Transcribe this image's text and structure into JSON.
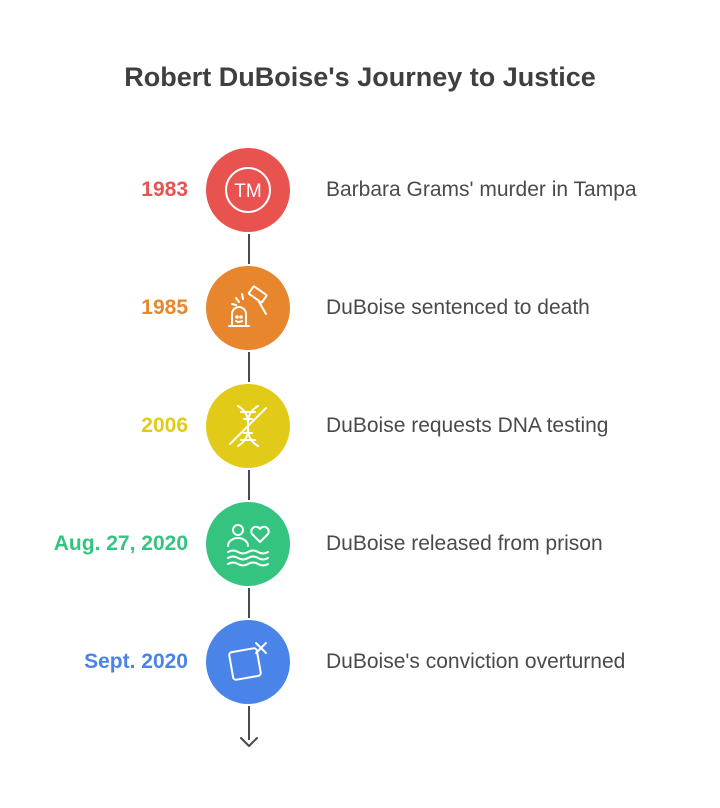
{
  "title": "Robert DuBoise's Journey to Justice",
  "events": [
    {
      "date": "1983",
      "description": "Barbara Grams' murder in Tampa",
      "color": "#e8524f",
      "icon": "tm-icon",
      "icon_text": "TM"
    },
    {
      "date": "1985",
      "description": "DuBoise sentenced to death",
      "color": "#e8862d",
      "icon": "gavel-icon"
    },
    {
      "date": "2006",
      "description": "DuBoise requests DNA testing",
      "color": "#e1cb18",
      "icon": "no-dna-icon"
    },
    {
      "date": "Aug. 27, 2020",
      "description": "DuBoise released from prison",
      "color": "#35c47f",
      "icon": "person-heart-icon"
    },
    {
      "date": "Sept. 2020",
      "description": "DuBoise's conviction overturned",
      "color": "#4b84e8",
      "icon": "square-x-icon"
    }
  ],
  "colors": {
    "title": "#3f3f3f",
    "description": "#4a4a4a",
    "connector": "#4a4a4a"
  }
}
